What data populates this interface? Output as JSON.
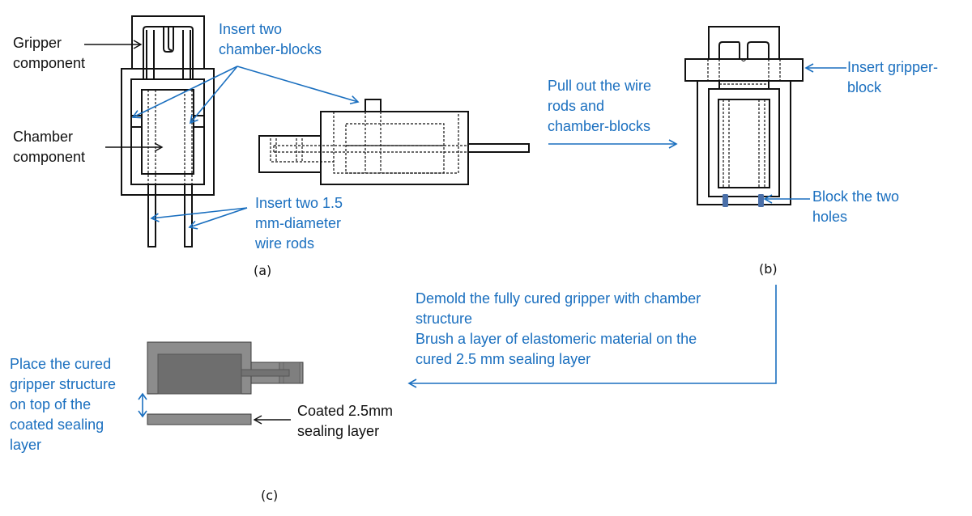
{
  "colors": {
    "annotation_blue": "#1a6fbf",
    "annotation_black": "#111111",
    "cured_outer": "#8c8c8c",
    "cured_inner": "#6e6e6e",
    "plug_blue": "#4a6fa8"
  },
  "panel_a": {
    "caption": "(a)",
    "labels": {
      "gripper_component": "Gripper\ncomponent",
      "chamber_component": "Chamber\ncomponent",
      "insert_chamber_blocks": "Insert two\nchamber-blocks",
      "insert_wire_rods": "Insert two 1.5\nmm-diameter\nwire rods"
    }
  },
  "transition_ab": {
    "text": "Pull out the wire\nrods and\nchamber-blocks"
  },
  "panel_b": {
    "caption": "(b)",
    "labels": {
      "insert_gripper_block": "Insert gripper-\nblock",
      "block_holes": "Block the two\nholes"
    }
  },
  "transition_bc": {
    "text": "Demold the fully cured gripper with chamber\nstructure\nBrush a layer of elastomeric material on the\ncured 2.5 mm sealing layer"
  },
  "panel_c": {
    "caption": "(c)",
    "labels": {
      "place_gripper": "Place the cured\ngripper structure\non top of the\ncoated sealing\nlayer",
      "coated_layer": "Coated 2.5mm\nsealing layer"
    }
  }
}
